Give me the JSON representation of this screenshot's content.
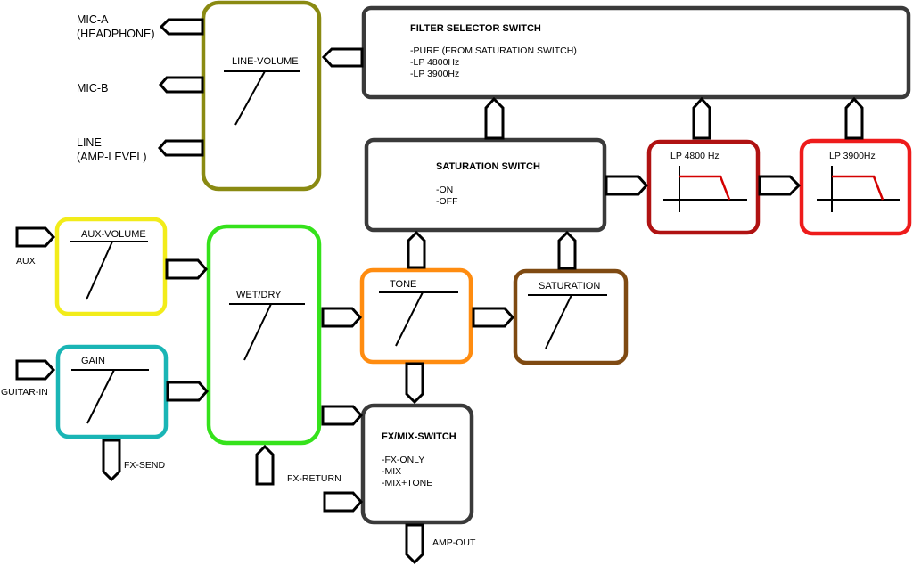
{
  "colors": {
    "line_volume": "#8a8a12",
    "filter_selector": "#3a3a3a",
    "saturation_switch": "#3a3a3a",
    "lp4800": "#b01212",
    "lp3900": "#ee1b1b",
    "aux_volume": "#f2ec1a",
    "wet_dry": "#35e21b",
    "tone": "#ff8c10",
    "saturation": "#7f4a12",
    "gain": "#1ab5b5",
    "fx_mix": "#3a3a3a",
    "filter_curve": "#d40000"
  },
  "blocks": {
    "line_volume": {
      "label": "LINE-VOLUME"
    },
    "filter_selector": {
      "title": "FILTER SELECTOR SWITCH",
      "options": [
        "-PURE (FROM SATURATION SWITCH)",
        "-LP 4800Hz",
        "-LP 3900Hz"
      ]
    },
    "saturation_switch": {
      "title": "SATURATION SWITCH",
      "options": [
        "-ON",
        "-OFF"
      ]
    },
    "lp4800": {
      "label": "LP 4800 Hz"
    },
    "lp3900": {
      "label": "LP 3900Hz"
    },
    "aux_volume": {
      "label": "AUX-VOLUME"
    },
    "wet_dry": {
      "label": "WET/DRY"
    },
    "tone": {
      "label": "TONE"
    },
    "saturation": {
      "label": "SATURATION"
    },
    "gain": {
      "label": "GAIN"
    },
    "fx_mix": {
      "title": "FX/MIX-SWITCH",
      "options": [
        "-FX-ONLY",
        "-MIX",
        "-MIX+TONE"
      ]
    }
  },
  "ports": {
    "mic_a": [
      "MIC-A",
      "(HEADPHONE)"
    ],
    "mic_b": "MIC-B",
    "line": [
      "LINE",
      "(AMP-LEVEL)"
    ],
    "aux": "AUX",
    "guitar_in": "GUITAR-IN",
    "fx_send": "FX-SEND",
    "fx_return": "FX-RETURN",
    "amp_out": "AMP-OUT"
  }
}
